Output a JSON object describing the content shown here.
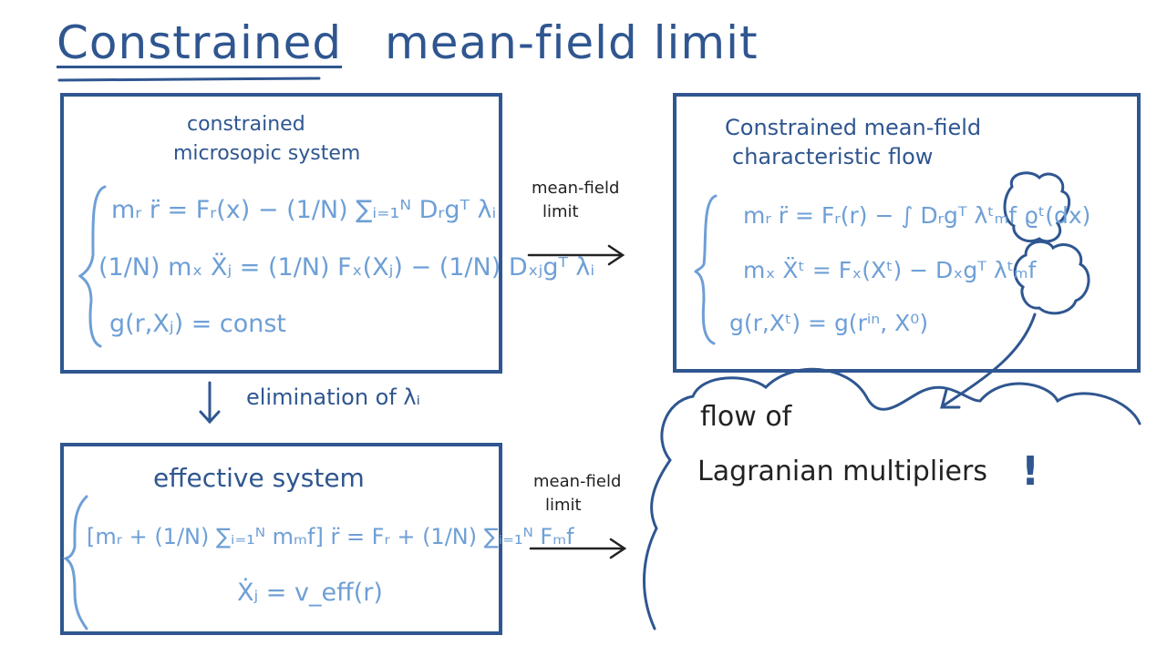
{
  "title": {
    "underlined": "Constrained",
    "rest": "mean-field limit"
  },
  "box_micro": {
    "heading_line1": "constrained",
    "heading_line2": "microsopic system",
    "eq1": "mᵣ r̈ = Fᵣ(x) − (1/N) ∑ᵢ₌₁ᴺ Dᵣgᵀ λᵢ",
    "eq2": "(1/N) mₓ Ẍⱼ = (1/N) Fₓ(Xⱼ) − (1/N) Dₓⱼgᵀ λᵢ",
    "eq3": "g(r,Xⱼ) =   const"
  },
  "box_meanfield": {
    "heading_line1": "Constrained   mean-field",
    "heading_line2": "characteristic   flow",
    "eq1": "mᵣ r̈ = Fᵣ(r) − ∫ Dᵣgᵀ λᵗₘf ϱᵗ(dx)",
    "eq2": "mₓ Ẍᵗ = Fₓ(Xᵗ) − Dₓgᵀ λᵗₘf",
    "eq3": "g(r,Xᵗ) = g(rⁱⁿ, X⁰)"
  },
  "box_effective": {
    "heading": "effective   system",
    "eq1": "[mᵣ + (1/N) ∑ᵢ₌₁ᴺ mₘf] r̈ = Fᵣ + (1/N) ∑ᵢ₌₁ᴺ Fₘf",
    "eq2": "Ẋⱼ = v_eff(r)"
  },
  "arrow_labels": {
    "top_line1": "mean-field",
    "top_line2": "limit",
    "bottom_line1": "mean-field",
    "bottom_line2": "limit",
    "elimination": "elimination of λᵢ"
  },
  "cloud": {
    "line1": "flow of",
    "line2": "Lagranian   multipliers",
    "exclaim": "!"
  },
  "colors": {
    "dark": "#2f5690",
    "light": "#6e9fd6"
  }
}
